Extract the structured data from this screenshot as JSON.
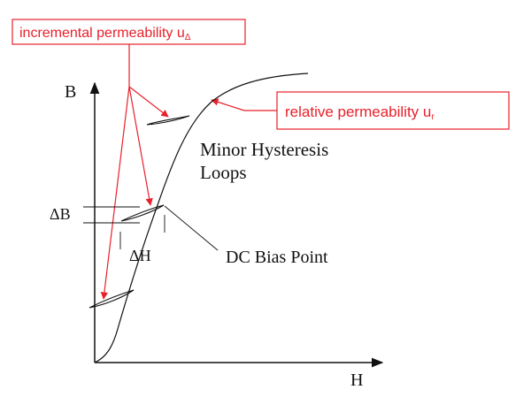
{
  "annotations": {
    "incremental": {
      "text": "incremental permeability u",
      "subscript": "Δ"
    },
    "relative": {
      "text": "relative permeability u",
      "subscript": "r"
    }
  },
  "axes": {
    "y_label": "B",
    "x_label": "H"
  },
  "labels": {
    "minor_loops_line1": "Minor Hysteresis",
    "minor_loops_line2": "Loops",
    "delta_b": "ΔB",
    "delta_h": "ΔH",
    "dc_bias": "DC Bias Point"
  },
  "colors": {
    "annotation": "#e8202a",
    "ink": "#111111"
  }
}
